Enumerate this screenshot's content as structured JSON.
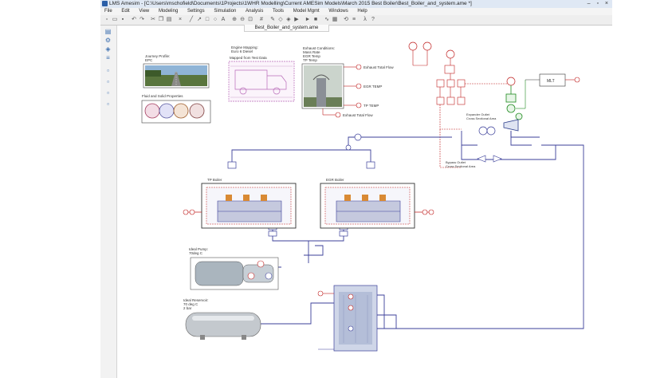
{
  "window": {
    "title": "LMS Amesim - [C:\\Users\\mschofield\\Documents\\1Projects\\1WHR Modelling\\Current AMESim Models\\March 2015 Best Boiler\\Best_Boiler_and_system.ame *]",
    "controls": "– ▫ ×"
  },
  "menu": [
    "File",
    "Edit",
    "View",
    "Modeling",
    "Settings",
    "Simulation",
    "Analysis",
    "Tools",
    "Model Mgmt",
    "Windows",
    "Help"
  ],
  "document_tab": "Best_Boiler_and_system.ame",
  "diagram": {
    "journey_profile": [
      "Journey Profile:",
      "EPC"
    ],
    "fluid_props": "Fluid and Solid Properties",
    "engine_mapping": [
      "Engine Mapping:",
      "Euro 6 Diesel"
    ],
    "mapped_note": "Mapped from Test Data",
    "exhaust_conditions": [
      "Exhaust Conditions:",
      "Mass Rate",
      "EGR Temp",
      "TP Temp"
    ],
    "exhaust_total_flow": "Exhaust Total Flow",
    "egr_temp": "EGR TEMP",
    "tp_temp": "TP TEMP",
    "exhaust_total_flow_2": "Exhaust Total Flow",
    "expander_outlet": [
      "Expander Outlet",
      "Cross Sectional Area"
    ],
    "bypass_outlet": [
      "Bypass Outlet",
      "Cross Sectional Area"
    ],
    "tp_boiler": "TP Boiler",
    "egr_boiler": "EGR Boiler",
    "ideal_pump": [
      "Ideal Pump:",
      "70deg C"
    ],
    "ideal_reservoir": [
      "Ideal Reservoir:",
      "70 deg C",
      "2 bar"
    ],
    "mlt_label": "MLT"
  }
}
